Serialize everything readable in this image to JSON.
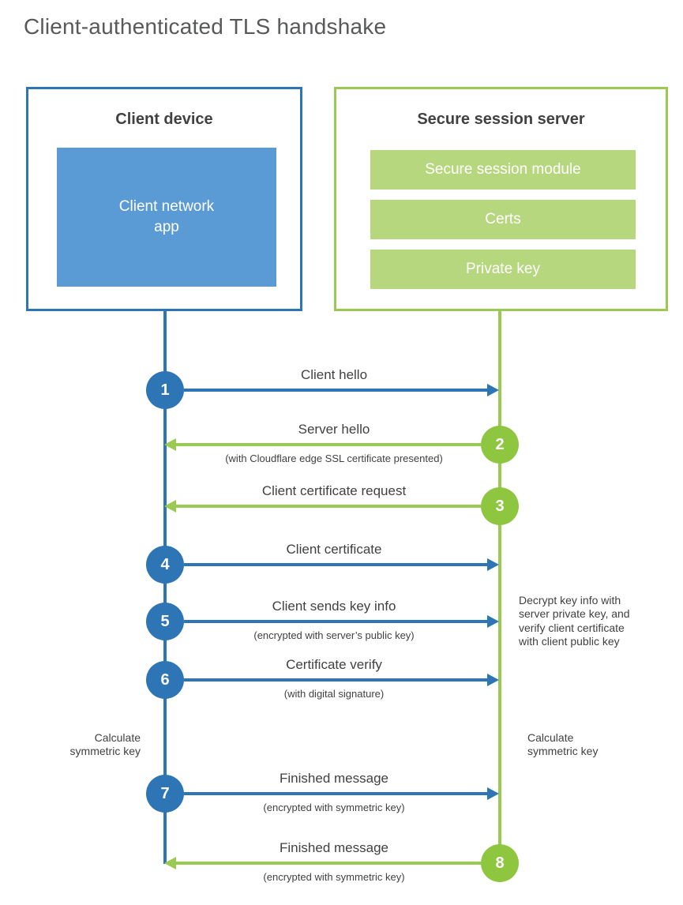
{
  "title": "Client-authenticated TLS handshake",
  "colors": {
    "blue": "#2e75b5",
    "blue_light": "#5b9bd5",
    "green": "#9bca53",
    "green_circle": "#8fc640",
    "green_light": "#b7d77e",
    "text_dark": "#414042",
    "title_gray": "#58595b"
  },
  "client_box": {
    "title": "Client device",
    "app_label": "Client network\napp"
  },
  "server_box": {
    "title": "Secure session server",
    "modules": [
      "Secure session module",
      "Certs",
      "Private key"
    ]
  },
  "steps": [
    {
      "num": "1",
      "from": "client",
      "label": "Client hello",
      "subtitle": ""
    },
    {
      "num": "2",
      "from": "server",
      "label": "Server hello",
      "subtitle": "(with Cloudflare edge SSL certificate presented)"
    },
    {
      "num": "3",
      "from": "server",
      "label": "Client certificate request",
      "subtitle": ""
    },
    {
      "num": "4",
      "from": "client",
      "label": "Client certificate",
      "subtitle": ""
    },
    {
      "num": "5",
      "from": "client",
      "label": "Client sends key info",
      "subtitle": "(encrypted with server’s public key)"
    },
    {
      "num": "6",
      "from": "client",
      "label": "Certificate verify",
      "subtitle": "(with digital signature)"
    },
    {
      "num": "7",
      "from": "client",
      "label": "Finished message",
      "subtitle": "(encrypted with symmetric key)"
    },
    {
      "num": "8",
      "from": "server",
      "label": "Finished message",
      "subtitle": "(encrypted with symmetric key)"
    }
  ],
  "annotations": {
    "decrypt_note": "Decrypt key info with\nserver private key, and\nverify client certificate\nwith client public key",
    "calc_left": "Calculate\nsymmetric key",
    "calc_right": "Calculate\nsymmetric key"
  }
}
